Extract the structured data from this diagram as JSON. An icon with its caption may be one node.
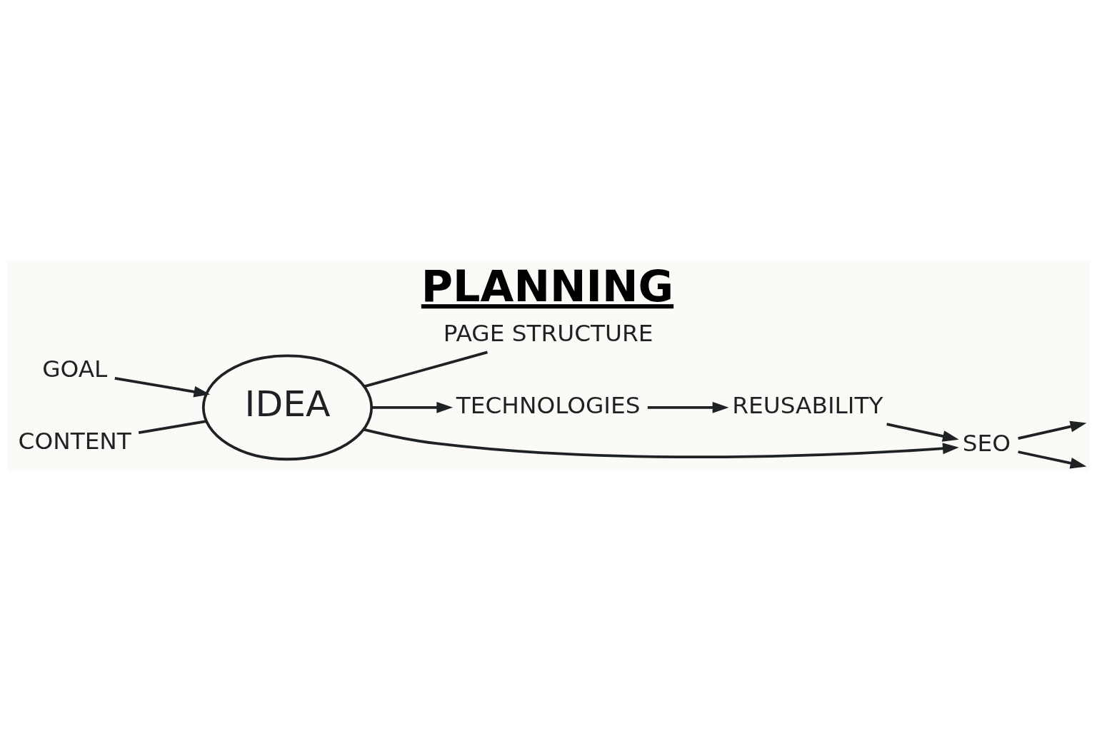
{
  "diagram": {
    "title": "PLANNING",
    "nodes": [
      {
        "text": [
          "GOAL"
        ]
      },
      {
        "text": [
          "CONTENT"
        ]
      },
      {
        "text": [
          "IDEA"
        ]
      },
      {
        "text": [
          "PAGE STRUCTURE"
        ]
      },
      {
        "text": [
          "TECHNOLOGIES"
        ]
      },
      {
        "text": [
          "REUSABILITY"
        ]
      },
      {
        "text": [
          "SEO"
        ]
      }
    ],
    "edges": [
      {
        "from": 0,
        "to": 2,
        "arrow": "to"
      },
      {
        "from": 1,
        "to": 2,
        "arrow": "none"
      },
      {
        "from": 2,
        "to": 3,
        "arrow": "none"
      },
      {
        "from": 2,
        "to": 4,
        "arrow": "to"
      },
      {
        "from": 4,
        "to": 5,
        "arrow": "to"
      },
      {
        "from": 5,
        "to": 6,
        "arrow": "to"
      },
      {
        "from": 2,
        "to": 6,
        "arrow": "to"
      },
      {
        "from": 6,
        "to": null,
        "arrow": "to"
      },
      {
        "from": 6,
        "to": null,
        "arrow": "to"
      }
    ]
  }
}
